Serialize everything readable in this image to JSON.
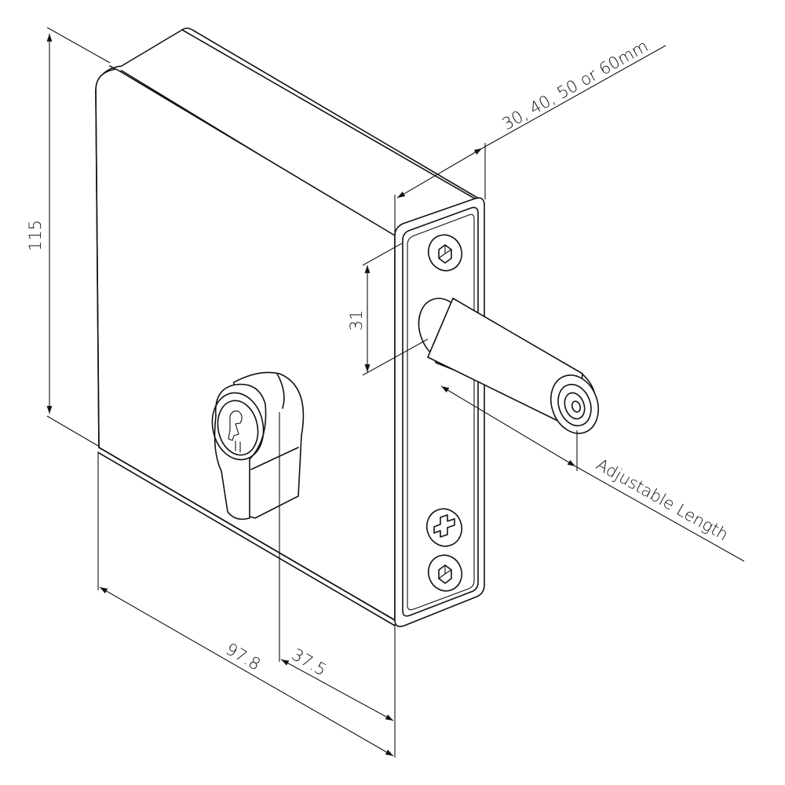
{
  "dimensions": {
    "height": "115",
    "width": "97.8",
    "backset": "37.5",
    "bolt_offset": "31",
    "gate_profile": "30, 40, 50 or 60mm",
    "adjustable": "Adjustable Length"
  }
}
